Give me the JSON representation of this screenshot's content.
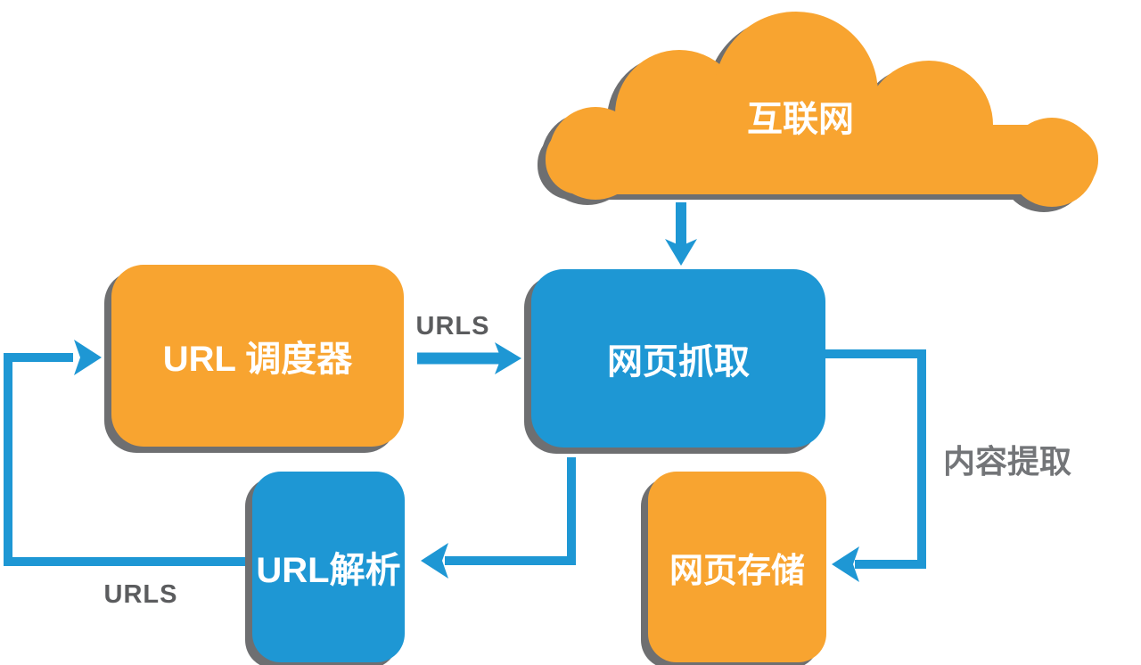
{
  "diagram_title": "web-crawler-architecture",
  "colors": {
    "orange": "#F8A430",
    "blue": "#1E97D4",
    "shadow_gray": "#6E6F71",
    "edge_label_gray": "#5B5C5E",
    "content_label_gray": "#737578",
    "background": "#FFFFFF",
    "node_text": "#FFFFFF"
  },
  "nodes": {
    "internet": {
      "label": "互联网",
      "shape": "cloud",
      "color": "orange"
    },
    "scheduler": {
      "label": "URL 调度器",
      "shape": "rounded-rect",
      "color": "orange"
    },
    "fetcher": {
      "label": "网页抓取",
      "shape": "rounded-rect",
      "color": "blue"
    },
    "storage": {
      "label": "网页存储",
      "shape": "rounded-rect",
      "color": "orange"
    },
    "parser": {
      "label": "URL解析",
      "shape": "rounded-rect",
      "color": "blue"
    }
  },
  "edge_labels": {
    "urls_top": "URLS",
    "urls_bottom": "URLS",
    "content_extraction": "内容提取"
  },
  "edges": [
    {
      "from": "internet",
      "to": "fetcher",
      "label": ""
    },
    {
      "from": "scheduler",
      "to": "fetcher",
      "label": "URLS"
    },
    {
      "from": "fetcher",
      "to": "storage",
      "label": "内容提取"
    },
    {
      "from": "fetcher",
      "to": "parser",
      "label": ""
    },
    {
      "from": "parser",
      "to": "scheduler",
      "label": "URLS"
    }
  ]
}
